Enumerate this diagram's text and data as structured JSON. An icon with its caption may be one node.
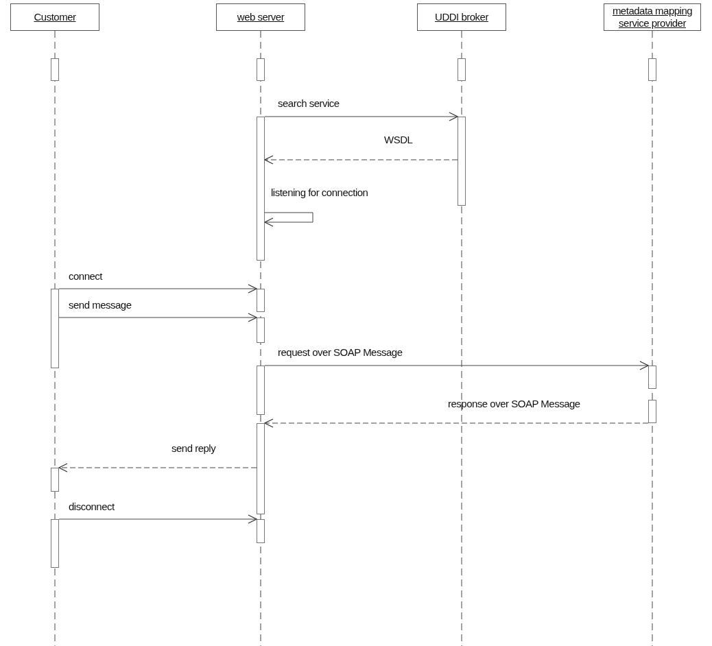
{
  "diagram": {
    "nodes": [
      {
        "text": [
          "Customer"
        ]
      },
      {
        "text": [
          "web server"
        ]
      },
      {
        "text": [
          "UDDI broker"
        ]
      },
      {
        "text": [
          "metadata mapping service provider"
        ]
      },
      {
        "text": [],
        "shape": "bar"
      },
      {
        "text": [],
        "shape": "bar"
      },
      {
        "text": [],
        "shape": "bar"
      },
      {
        "text": [],
        "shape": "bar"
      },
      {
        "text": [],
        "shape": "bar"
      },
      {
        "text": [],
        "shape": "bar"
      },
      {
        "text": [],
        "shape": "bar"
      },
      {
        "text": [],
        "shape": "bar"
      },
      {
        "text": [],
        "shape": "bar"
      },
      {
        "text": [],
        "shape": "bar"
      },
      {
        "text": [],
        "shape": "bar"
      },
      {
        "text": [],
        "shape": "bar"
      },
      {
        "text": [],
        "shape": "bar"
      },
      {
        "text": [],
        "shape": "bar"
      },
      {
        "text": [],
        "shape": "bar"
      },
      {
        "text": [],
        "shape": "bar"
      }
    ],
    "edges": [
      {
        "from": 8,
        "to": 9,
        "arrow": "to",
        "label": "search service"
      },
      {
        "from": 9,
        "to": 8,
        "arrow": "to",
        "label": "WSDL",
        "style": "dashed"
      },
      {
        "from": 8,
        "to": 8,
        "arrow": "to",
        "label": "listening for connection"
      },
      {
        "from": 10,
        "to": 11,
        "arrow": "to",
        "label": "connect"
      },
      {
        "from": 10,
        "to": 12,
        "arrow": "to",
        "label": "send message"
      },
      {
        "from": 13,
        "to": 14,
        "arrow": "to",
        "label": "request over SOAP Message"
      },
      {
        "from": 15,
        "to": 16,
        "arrow": "to",
        "label": "response over SOAP Message",
        "style": "dashed"
      },
      {
        "from": 16,
        "to": 17,
        "arrow": "to",
        "label": "send reply",
        "style": "dashed"
      },
      {
        "from": 18,
        "to": 19,
        "arrow": "to",
        "label": "disconnect"
      }
    ]
  }
}
